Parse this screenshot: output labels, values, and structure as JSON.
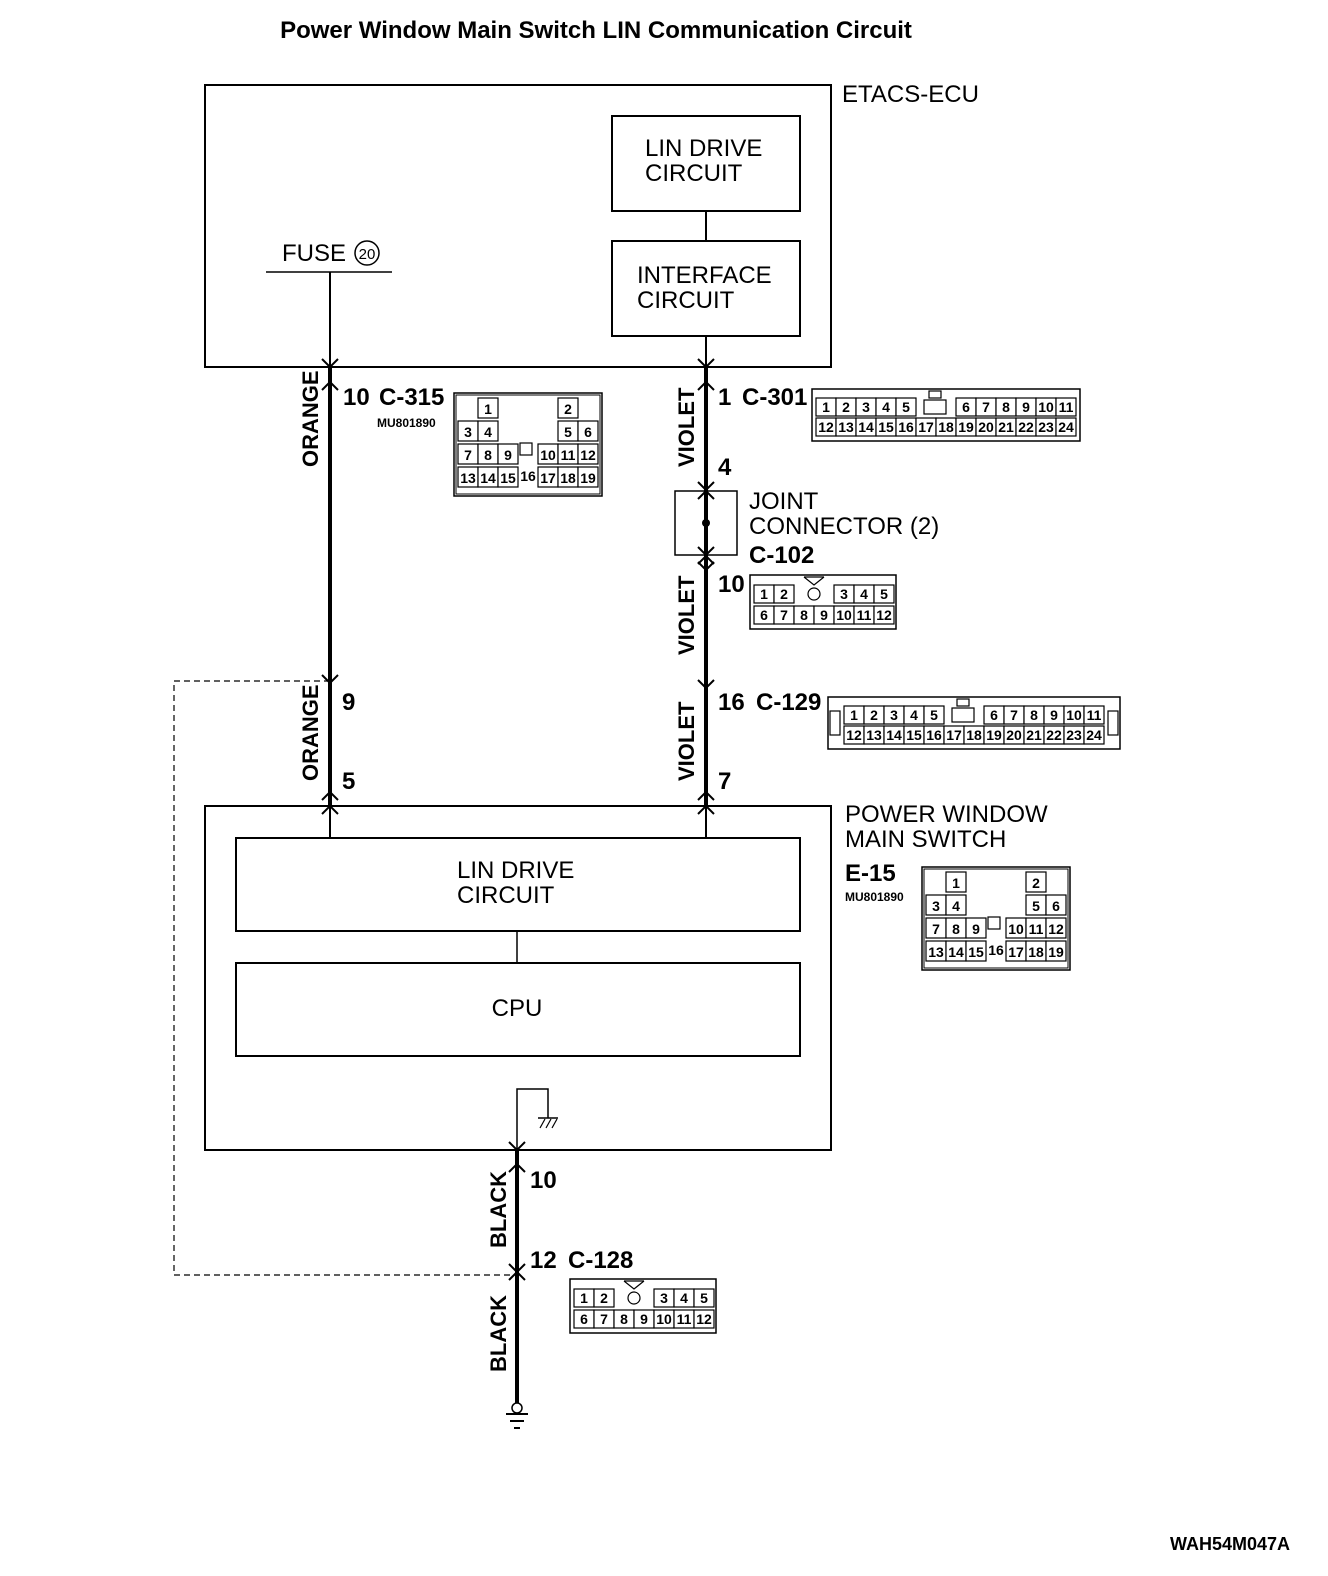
{
  "title": "Power Window Main Switch LIN Communication Circuit",
  "figure_code": "WAH54M047A",
  "etacs": {
    "name": "ETACS-ECU",
    "lin_drive": [
      "LIN DRIVE",
      "CIRCUIT"
    ],
    "interface": [
      "INTERFACE",
      "CIRCUIT"
    ],
    "fuse": "FUSE",
    "fuse_number": "20"
  },
  "pws": {
    "name": [
      "POWER WINDOW",
      "MAIN SWITCH"
    ],
    "lin_drive": [
      "LIN DRIVE",
      "CIRCUIT"
    ],
    "cpu": "CPU",
    "connector": "E-15",
    "part_number": "MU801890"
  },
  "joint": {
    "name": [
      "JOINT",
      "CONNECTOR (2)"
    ],
    "connector": "C-102"
  },
  "wires": {
    "orange": "ORANGE",
    "violet": "VIOLET",
    "black": "BLACK"
  },
  "pins": {
    "c315_pin": "10",
    "c315": "C-315",
    "c315_part": "MU801890",
    "c301_pin": "1",
    "c301": "C-301",
    "joint_in": "4",
    "joint_out": "10",
    "orange_9": "9",
    "orange_5": "5",
    "c129_pin": "16",
    "c129": "C-129",
    "violet_7": "7",
    "black_10": "10",
    "c128_pin": "12",
    "c128": "C-128"
  },
  "connector_cells": {
    "mu19": {
      "r1": [
        "1",
        "2"
      ],
      "r2": [
        "3",
        "4",
        "5",
        "6"
      ],
      "r3": [
        "7",
        "8",
        "9",
        "10",
        "11",
        "12"
      ],
      "r4": [
        "13",
        "14",
        "15",
        "17",
        "18",
        "19"
      ],
      "center": "16"
    },
    "c24": {
      "top": [
        "1",
        "2",
        "3",
        "4",
        "5",
        "6",
        "7",
        "8",
        "9",
        "10",
        "11"
      ],
      "bottom": [
        "12",
        "13",
        "14",
        "15",
        "16",
        "17",
        "18",
        "19",
        "20",
        "21",
        "22",
        "23",
        "24"
      ]
    },
    "c12": {
      "top": [
        "1",
        "2",
        "3",
        "4",
        "5"
      ],
      "bottom": [
        "6",
        "7",
        "8",
        "9",
        "10",
        "11",
        "12"
      ]
    }
  }
}
